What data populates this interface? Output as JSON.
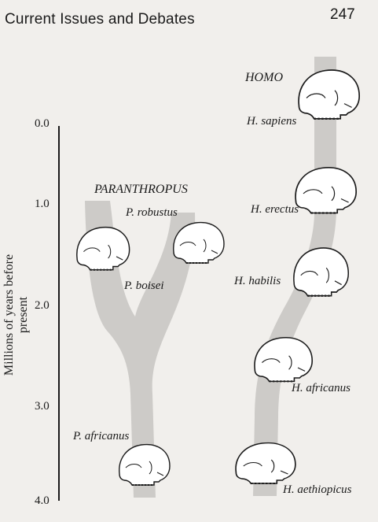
{
  "header": {
    "title": "Current Issues and Debates",
    "page_number": "247"
  },
  "axis": {
    "label": "Millions of years before present",
    "ticks": [
      "0.0",
      "1.0",
      "2.0",
      "3.0",
      "4.0"
    ]
  },
  "genera": {
    "paranthropus": "PARANTHROPUS",
    "homo": "HOMO"
  },
  "species": {
    "p_robustus": "P. robustus",
    "p_boisei": "P. boisei",
    "p_africanus": "P. africanus",
    "h_sapiens": "H. sapiens",
    "h_erectus": "H. erectus",
    "h_habilis": "H. habilis",
    "h_africanus": "H. africanus",
    "h_aethiopicus": "H. aethiopicus"
  },
  "colors": {
    "lineage_band": "#cdcbc8",
    "background": "#f1efec",
    "ink": "#1a1a1a"
  }
}
